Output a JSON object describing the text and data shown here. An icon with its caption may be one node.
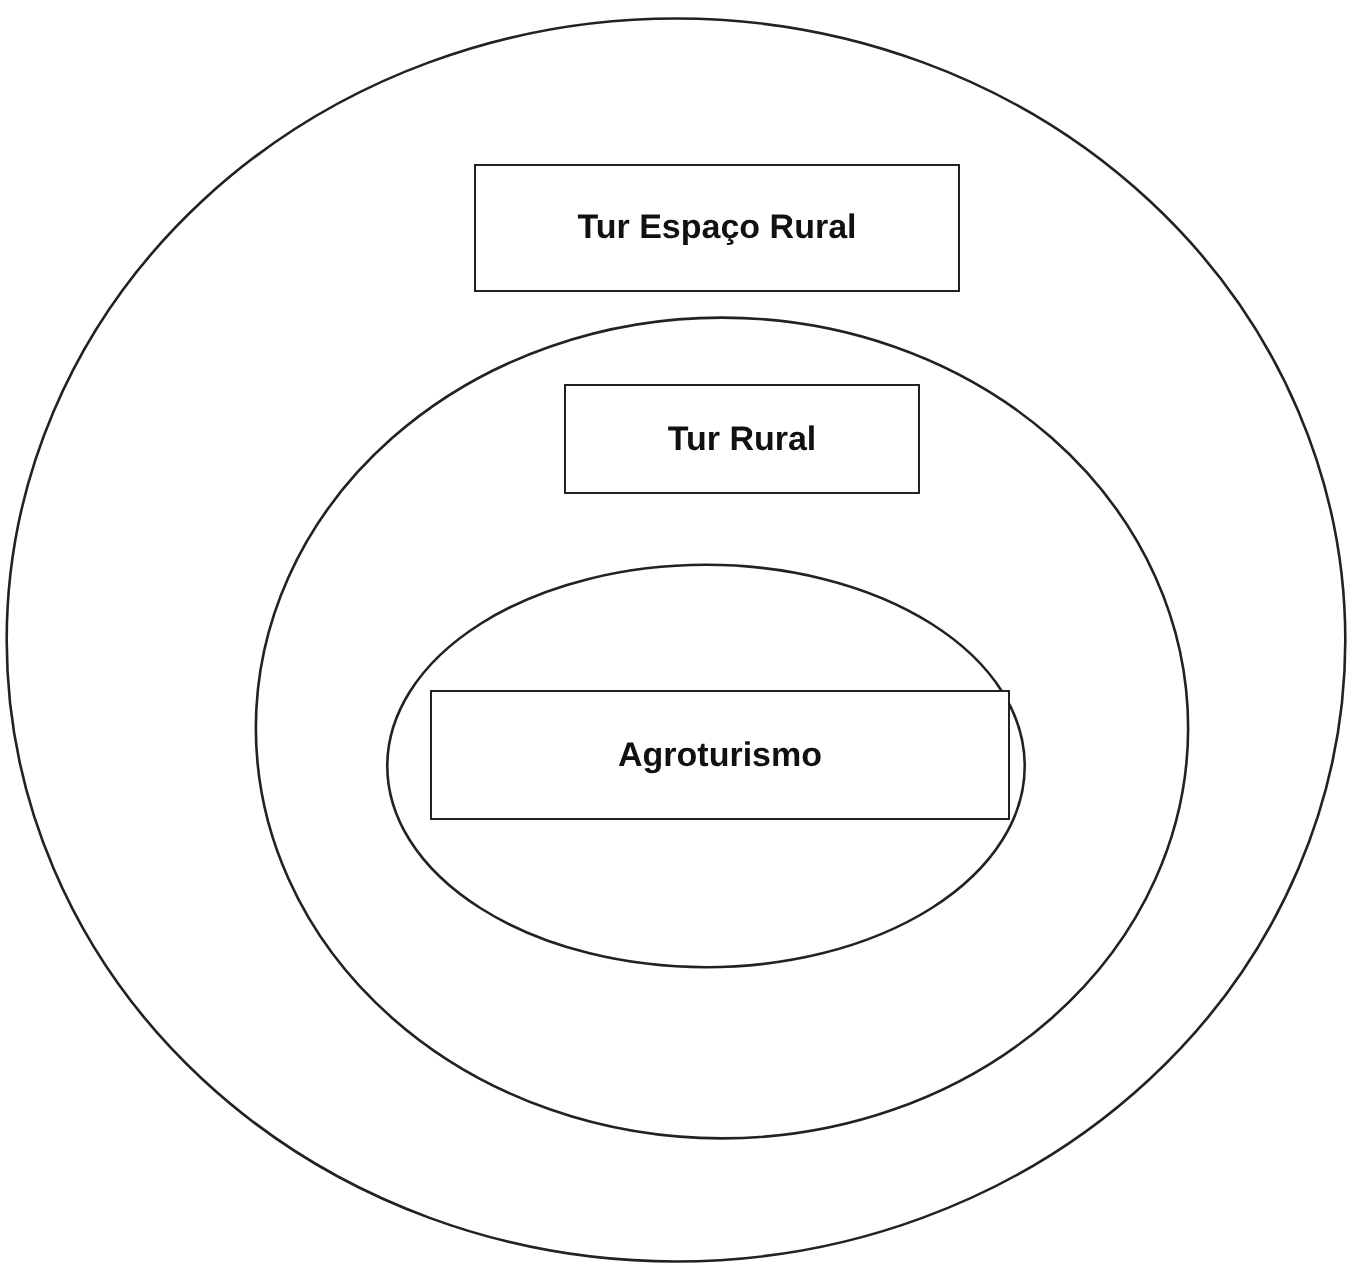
{
  "diagram": {
    "nodes": [
      {
        "text": [],
        "shape": "ellipse"
      },
      {
        "text": [
          "Tur Espaço Rural"
        ],
        "in": 0
      },
      {
        "text": [],
        "shape": "ellipse",
        "in": 0
      },
      {
        "text": [
          "Tur Rural"
        ],
        "in": 2
      },
      {
        "text": [],
        "shape": "ellipse",
        "in": 2
      },
      {
        "text": [
          "Agroturismo"
        ],
        "in": 4
      }
    ]
  }
}
